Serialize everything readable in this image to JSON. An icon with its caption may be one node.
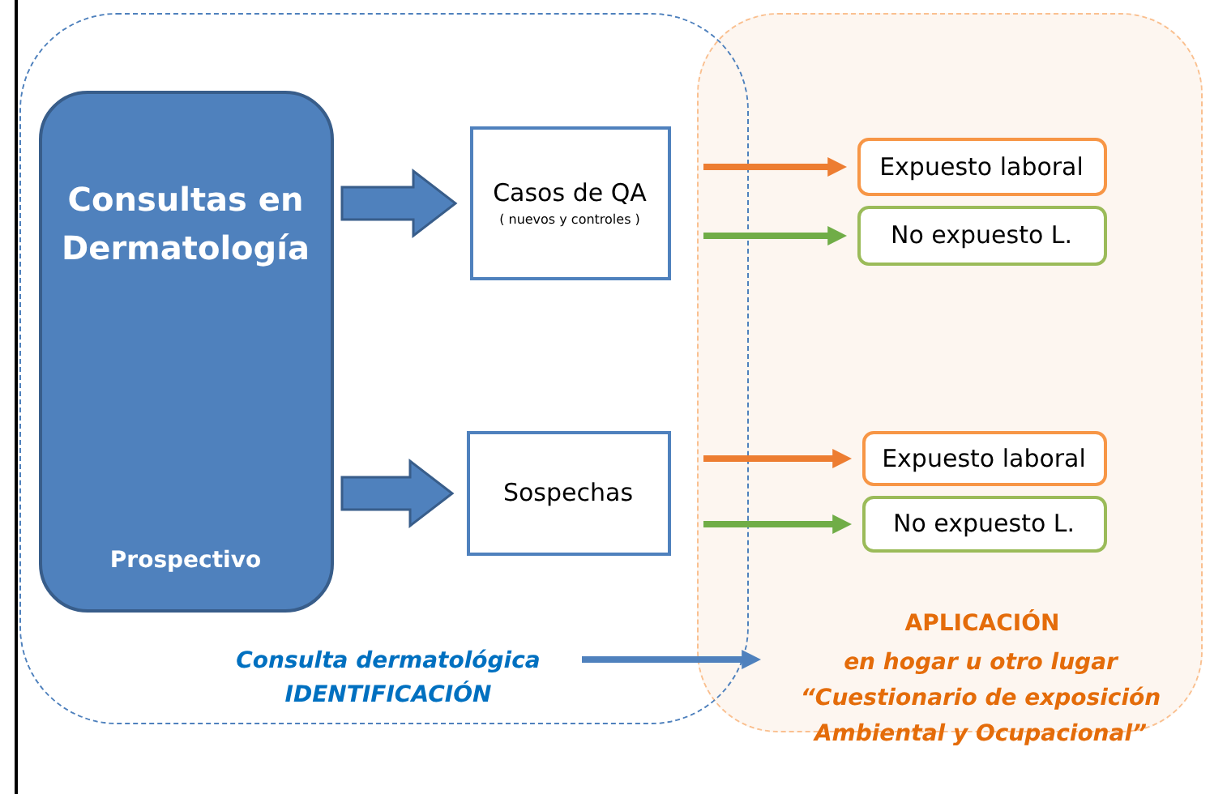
{
  "diagram": {
    "nodes": [
      {
        "text": [],
        "shape": "box"
      },
      {
        "text": [
          "APLICACIÓN",
          "en hogar u otro lugar “Cuestionario de exposición Ambiental y Ocupacional”"
        ]
      },
      {
        "text": [
          "Consulta dermatológica IDENTIFICACIÓN"
        ],
        "in": 0
      },
      {
        "text": [
          "Consultas en Dermatología",
          "Prospectivo"
        ],
        "in": 0
      },
      {
        "text": [
          "Casos de QA",
          "( nuevos y controles )"
        ],
        "in": 0
      },
      {
        "text": [
          "Expuesto laboral"
        ],
        "in": 1
      },
      {
        "text": [
          "No expuesto L."
        ],
        "in": 1
      },
      {
        "text": [
          "Sospechas"
        ],
        "in": 0
      },
      {
        "text": [
          "Expuesto laboral"
        ],
        "in": 1
      },
      {
        "text": [
          "No expuesto L."
        ],
        "in": 1
      }
    ],
    "edges": [
      {
        "from": 3,
        "to": 4,
        "arrow": "to",
        "style": "thick",
        "color": "#4f81bd"
      },
      {
        "from": 3,
        "to": 7,
        "arrow": "to",
        "style": "thick",
        "color": "#4f81bd"
      },
      {
        "from": null,
        "to": 5,
        "arrow": "to",
        "color": "#ed7d31"
      },
      {
        "from": null,
        "to": 6,
        "arrow": "to",
        "color": "#70ad47"
      },
      {
        "from": null,
        "to": 8,
        "arrow": "to",
        "color": "#ed7d31"
      },
      {
        "from": null,
        "to": 9,
        "arrow": "to",
        "color": "#70ad47"
      },
      {
        "from": 2,
        "to": 1,
        "arrow": "to",
        "color": "#4f81bd"
      }
    ]
  }
}
